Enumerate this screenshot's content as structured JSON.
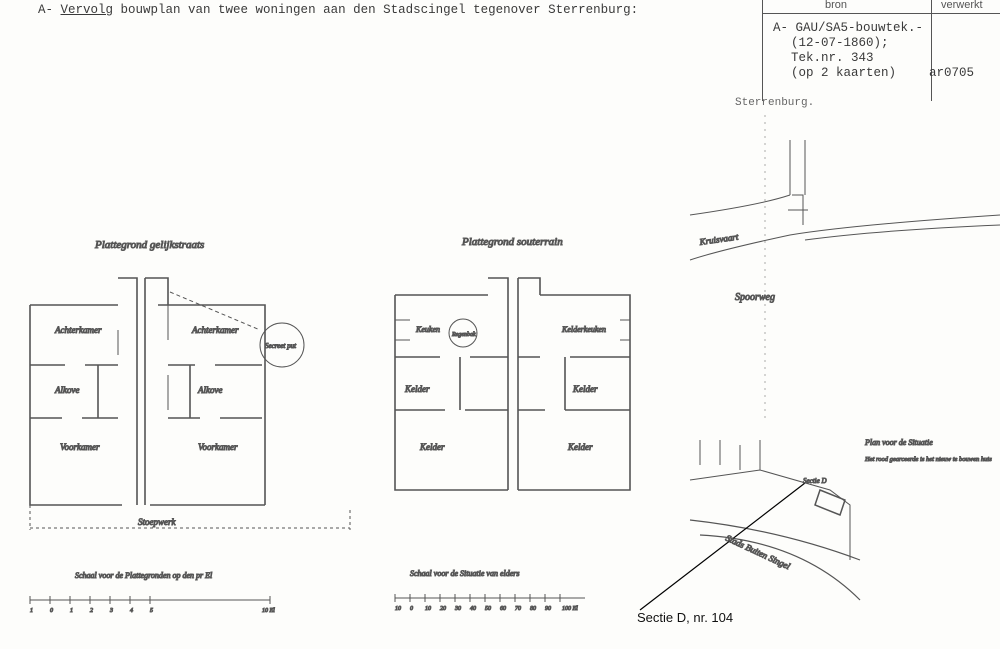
{
  "header": {
    "prefix": "A- ",
    "underlined": "Vervolg",
    "rest": " bouwplan van twee woningen aan den Stadscingel tegenover Sterrenburg:"
  },
  "source_table": {
    "col_bron": "bron",
    "col_verwerkt": "verwerkt",
    "lines": [
      "A- GAU/SA5-bouwtek.-",
      "(12-07-1860);",
      "Tek.nr. 343",
      "(op 2 kaarten)"
    ],
    "verwerkt_value": "ar0705"
  },
  "stamp_text": "Sterrenburg.",
  "plan_left": {
    "title": "Plattegrond gelijkstraats",
    "rooms": [
      "Achterkamer",
      "Alkove",
      "Voorkamer",
      "Achterkamer",
      "Alkove",
      "Voorkamer"
    ],
    "secreet": "Secreet put",
    "stoep": "Stoepwerk",
    "scale_label": "Schaal voor de Plattegronden op den pr El",
    "scale_ticks": [
      "1",
      "0",
      "1",
      "2",
      "3",
      "4",
      "5",
      "10 El"
    ]
  },
  "plan_middle": {
    "title": "Plattegrond souterrain",
    "rooms": [
      "Keuken",
      "Kelder",
      "Kelder",
      "Kelderkeuken",
      "Kelder",
      "Kelder"
    ],
    "regenbak": "Regenbak",
    "scale_label": "Schaal voor de Situatie van elders",
    "scale_ticks": [
      "10",
      "0",
      "10",
      "20",
      "30",
      "40",
      "50",
      "60",
      "70",
      "80",
      "90",
      "100 El"
    ]
  },
  "situation": {
    "labels": [
      "Kruisvaart",
      "Spoorweg",
      "Stads Buiten Singel",
      "Sectie D"
    ],
    "note_title": "Plan voor de Situatie",
    "note_text": "Het rood gearceerde is het nieuw te bouwen huis"
  },
  "annotation": "Sectie D, nr. 104"
}
